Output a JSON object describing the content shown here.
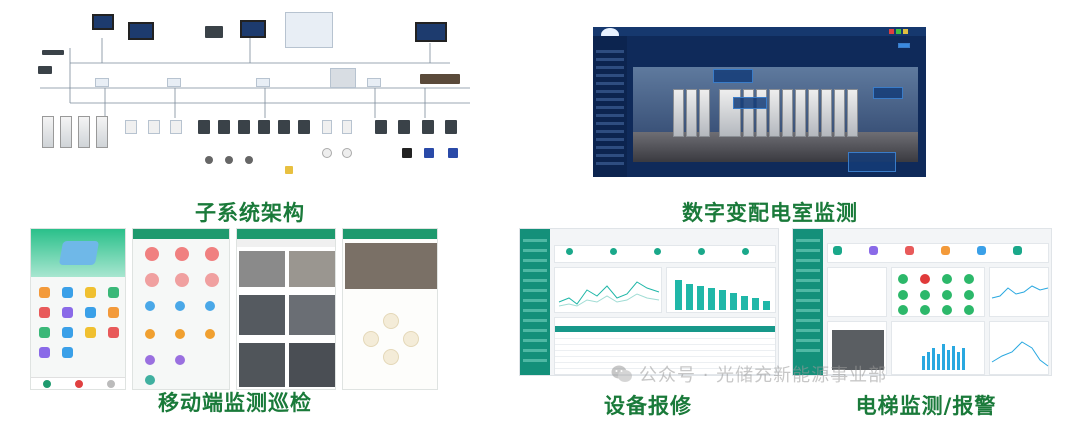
{
  "captions": {
    "architecture": "子系统架构",
    "substation": "数字变配电室监测",
    "mobile": "移动端监测巡检",
    "repair": "设备报修",
    "elevator": "电梯监测/报警"
  },
  "watermark": {
    "text": "公众号 · 光储充新能源事业部",
    "icon": "wechat-icon"
  },
  "colors": {
    "caption": "#1a7a3a",
    "accent_teal": "#14907a",
    "substation_bg": "#0f2a5a"
  }
}
